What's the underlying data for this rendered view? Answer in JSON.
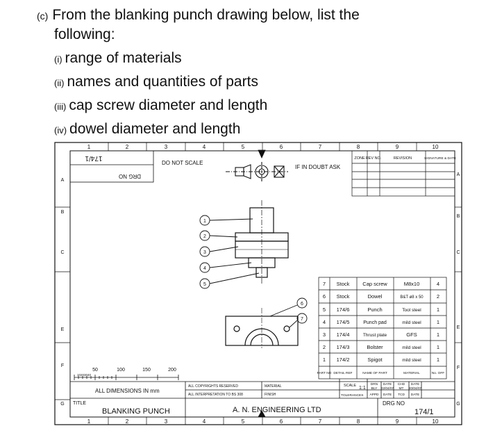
{
  "question": {
    "label": "(c)",
    "text_line1": "From the blanking punch drawing below, list the",
    "text_line2": "following:",
    "items": [
      {
        "label": "(i)",
        "text": "range of materials"
      },
      {
        "label": "(ii)",
        "text": "names and quantities of parts"
      },
      {
        "label": "(iii)",
        "text": "cap screw diameter and length"
      },
      {
        "label": "(iv)",
        "text": "dowel diameter and length"
      }
    ]
  },
  "drawing": {
    "col_numbers": [
      "1",
      "2",
      "3",
      "4",
      "5",
      "6",
      "7",
      "8",
      "9",
      "10"
    ],
    "row_letters": [
      "A",
      "B",
      "C",
      "E",
      "F",
      "G"
    ],
    "rotated_drg_no": "174/1",
    "rotated_label": "DRG NO",
    "do_not_scale": "DO NOT SCALE",
    "if_in_doubt": "IF IN DOUBT ASK",
    "revision_headers": {
      "zone": "ZONE",
      "rev_no": "REV NO.",
      "revision": "REVISION",
      "signature": "SIGNATURE & DATE"
    },
    "balloons": [
      "1",
      "2",
      "3",
      "4",
      "5",
      "6",
      "7"
    ],
    "parts_list": [
      {
        "part_no": "7",
        "detail_ref": "Stock",
        "name": "Cap screw",
        "material": "M8x10",
        "qty": "4"
      },
      {
        "part_no": "6",
        "detail_ref": "Stock",
        "name": "Dowel",
        "material": "B&T ø8 x 50",
        "qty": "2"
      },
      {
        "part_no": "5",
        "detail_ref": "174/6",
        "name": "Punch",
        "material": "Tool steel",
        "qty": "1"
      },
      {
        "part_no": "4",
        "detail_ref": "174/5",
        "name": "Punch pad",
        "material": "mild steel",
        "qty": "1"
      },
      {
        "part_no": "3",
        "detail_ref": "174/4",
        "name": "Thrust plate",
        "material": "GFS",
        "qty": "1"
      },
      {
        "part_no": "2",
        "detail_ref": "174/3",
        "name": "Bolster",
        "material": "mild steel",
        "qty": "1"
      },
      {
        "part_no": "1",
        "detail_ref": "174/2",
        "name": "Spigot",
        "material": "mild steel",
        "qty": "1"
      }
    ],
    "parts_headers": {
      "part_no": "PART NO",
      "detail_ref": "DETAIL REF",
      "name": "NAME OF PART",
      "material": "MATERIAL",
      "qty": "No. OFF"
    },
    "scale_bar_labels": [
      "50",
      "100",
      "150",
      "200"
    ],
    "scale_bar_code": "10203040",
    "all_dimensions": "ALL DIMENSIONS IN mm",
    "copyright": "ALL COPYRIGHTS RESERVED",
    "interpretation": "ALL INTERPRETATION TO BS 308",
    "material_label": "MATERIAL",
    "finish_label": "FINISH",
    "scale_label": "SCALE",
    "scale_value": "1:1",
    "tolerances_label": "TOLERANCES",
    "drn_row": [
      "DRN",
      "DATE",
      "CHD",
      "DATE"
    ],
    "drn_values": [
      "BLY",
      "02/04/07",
      "MT",
      "20/04/07"
    ],
    "appd_row": [
      "APPD",
      "DATE",
      "TCD",
      "DATE"
    ],
    "title_label": "TITLE",
    "title_value": "BLANKING PUNCH",
    "company": "A. N. ENGINEERING LTD",
    "drg_no_label": "DRG NO",
    "drg_no_value": "174/1"
  }
}
